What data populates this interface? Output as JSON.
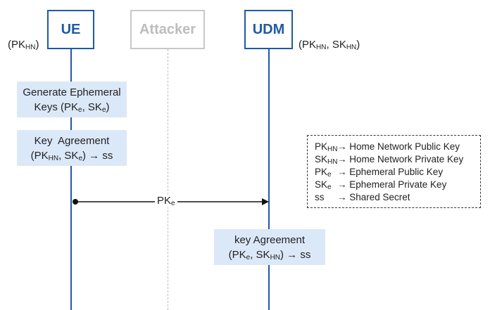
{
  "actors": {
    "ue": "UE",
    "attacker": "Attacker",
    "udm": "UDM"
  },
  "keys": {
    "ue_pk": "PK",
    "ue_pk_sub": "HN",
    "udm_pk": "PK",
    "udm_pk_sub": "HN",
    "udm_sk": "SK",
    "udm_sk_sub": "HN"
  },
  "steps": {
    "generate_line1": "Generate Ephemeral",
    "generate_line2_prefix": "Keys (PK",
    "generate_sub1": "e",
    "generate_mid": ", SK",
    "generate_sub2": "e",
    "generate_end": ")",
    "agreement_line1": "Key  Agreement",
    "agreement_p1": "(PK",
    "agreement_sub1": "HN",
    "agreement_p2": ", SK",
    "agreement_sub2": "e",
    "agreement_p3": ") → ss",
    "udm_line1": "key Agreement",
    "udm_p1": "(PK",
    "udm_sub1": "e",
    "udm_p2": ", SK",
    "udm_sub2": "HN",
    "udm_p3": ") → ss"
  },
  "message": {
    "label": "PK",
    "sub": "e"
  },
  "legend": [
    {
      "sym": "PK",
      "sub": "HN",
      "desc": "→ Home Network Public Key"
    },
    {
      "sym": "SK",
      "sub": "HN",
      "desc": "→ Home Network Private Key"
    },
    {
      "sym": "PK",
      "sub": "e",
      "desc": "→ Ephemeral Public Key"
    },
    {
      "sym": "SK",
      "sub": "e",
      "desc": "→ Ephemeral Private Key"
    },
    {
      "sym": "ss",
      "sub": "",
      "desc": "→ Shared Secret"
    }
  ],
  "colors": {
    "actor_blue": "#1f5aa6",
    "attacker_gray": "#bdbdbd",
    "step_fill": "#dbe8f8"
  }
}
